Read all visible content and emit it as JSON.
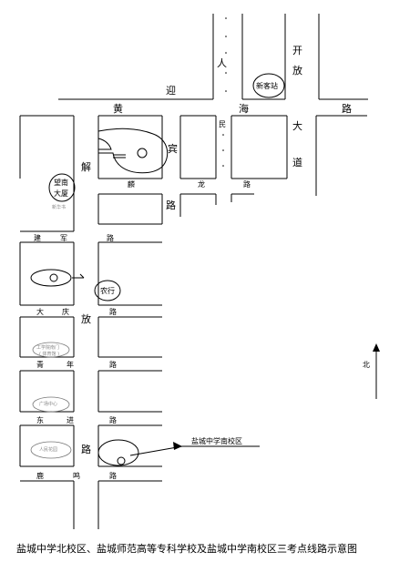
{
  "roads": {
    "huanghai": [
      "黄",
      "海",
      "路"
    ],
    "yingbin": [
      "迎",
      "宾",
      "路"
    ],
    "ren": [
      "人"
    ],
    "min": [
      "民"
    ],
    "kaifang": [
      "开",
      "放",
      "大",
      "道"
    ],
    "jiefang": [
      "解",
      "放",
      "路"
    ],
    "yuelong": [
      "麟",
      "龙",
      "路"
    ],
    "jianjun": [
      "建",
      "军",
      "路"
    ],
    "daqing": [
      "大",
      "庆",
      "路"
    ],
    "qingnian": [
      "青",
      "年",
      "路"
    ],
    "dongjin": [
      "东",
      "进",
      "路"
    ],
    "luming": [
      "鹿",
      "鸣",
      "路"
    ]
  },
  "places": {
    "xinkezhan": "新客站",
    "wangnan": [
      "望南",
      "大厦"
    ],
    "nongxing": "农行",
    "south_campus": "盐城中学南校区",
    "faded_1": "新华书",
    "faded_2": "工学院南门",
    "faded_3": "( 体育馆 )",
    "faded_4": "广场中心",
    "faded_5": "人民花园"
  },
  "north_label": "北",
  "caption": "盐城中学北校区、盐城师范高等专科学校及盐城中学南校区三考点线路示意图"
}
